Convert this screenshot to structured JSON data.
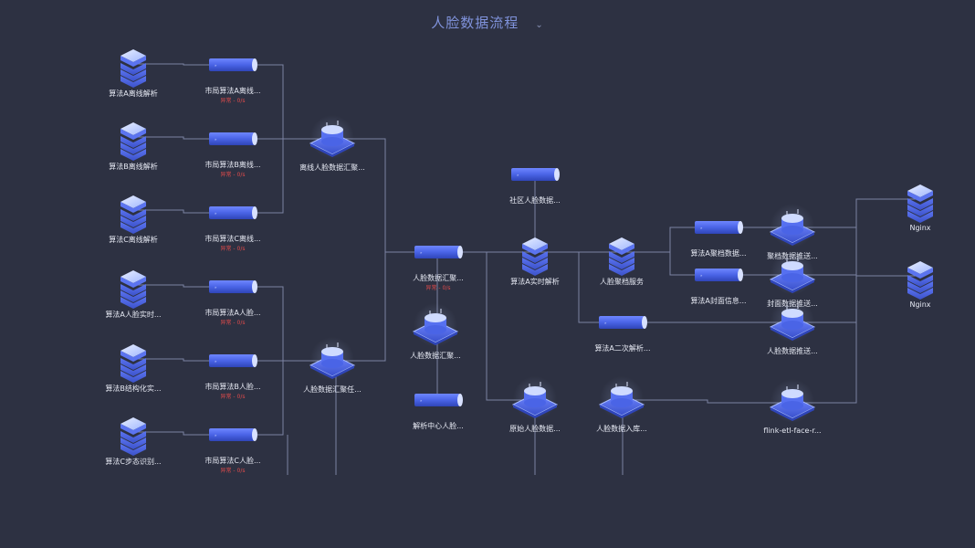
{
  "header": {
    "title": "人脸数据流程",
    "dropdown_icon": "chevron-down-icon"
  },
  "colors": {
    "background": "#2d3142",
    "line": "#7b83a3",
    "node_blue": "#4a64e6",
    "node_light": "#9fb6ff",
    "error": "#e04b4b"
  },
  "nodes": [
    {
      "id": "algA-offline",
      "kind": "server",
      "label": "算法A离线解析"
    },
    {
      "id": "algB-offline",
      "kind": "server",
      "label": "算法B离线解析"
    },
    {
      "id": "algC-offline",
      "kind": "server",
      "label": "算法C离线解析"
    },
    {
      "id": "algA-realtime",
      "kind": "server",
      "label": "算法A人脸实时..."
    },
    {
      "id": "algB-struct",
      "kind": "server",
      "label": "算法B结构化实..."
    },
    {
      "id": "algC-step",
      "kind": "server",
      "label": "算法C步态识别..."
    },
    {
      "id": "mq-A-offline",
      "kind": "pipe",
      "label": "市局算法A离线...",
      "status": "异常 - 0/s"
    },
    {
      "id": "mq-B-offline",
      "kind": "pipe",
      "label": "市局算法B离线...",
      "status": "异常 - 0/s"
    },
    {
      "id": "mq-C-offline",
      "kind": "pipe",
      "label": "市局算法C离线...",
      "status": "异常 - 0/s"
    },
    {
      "id": "mq-A-face",
      "kind": "pipe",
      "label": "市局算法A人脸...",
      "status": "异常 - 0/s"
    },
    {
      "id": "mq-B-face",
      "kind": "pipe",
      "label": "市局算法B人脸...",
      "status": "异常 - 0/s"
    },
    {
      "id": "mq-C-face",
      "kind": "pipe",
      "label": "市局算法C人脸...",
      "status": "异常 - 0/s"
    },
    {
      "id": "offline-agg",
      "kind": "platform",
      "label": "离线人脸数据汇聚..."
    },
    {
      "id": "face-agg-task",
      "kind": "platform",
      "label": "人脸数据汇聚任..."
    },
    {
      "id": "face-agg-mq",
      "kind": "pipe",
      "label": "人脸数据汇聚...",
      "status": "异常 - 0/s"
    },
    {
      "id": "face-agg2",
      "kind": "platform",
      "label": "人脸数据汇聚..."
    },
    {
      "id": "parse-center",
      "kind": "pipe",
      "label": "解析中心人脸..."
    },
    {
      "id": "community",
      "kind": "pipe",
      "label": "社区人脸数据..."
    },
    {
      "id": "algA-rt-parse",
      "kind": "server",
      "label": "算法A实时解析"
    },
    {
      "id": "raw-face",
      "kind": "platform",
      "label": "原始人脸数据..."
    },
    {
      "id": "archive-svc",
      "kind": "server",
      "label": "人脸聚档服务"
    },
    {
      "id": "algA-second",
      "kind": "pipe",
      "label": "算法A二次解析..."
    },
    {
      "id": "face-storage",
      "kind": "platform",
      "label": "人脸数据入库..."
    },
    {
      "id": "algA-archive",
      "kind": "pipe",
      "label": "算法A聚档数据..."
    },
    {
      "id": "algA-cover",
      "kind": "pipe",
      "label": "算法A封面信息..."
    },
    {
      "id": "archive-push",
      "kind": "platform",
      "label": "聚档数据推送..."
    },
    {
      "id": "cover-push",
      "kind": "platform",
      "label": "封面数据推送..."
    },
    {
      "id": "face-push",
      "kind": "platform",
      "label": "人脸数据推送..."
    },
    {
      "id": "flink",
      "kind": "platform",
      "label": "flink-etl-face-r..."
    },
    {
      "id": "nginx1",
      "kind": "server",
      "label": "Nginx"
    },
    {
      "id": "nginx2",
      "kind": "server",
      "label": "Nginx"
    }
  ],
  "edges": [
    [
      "algA-offline",
      "mq-A-offline"
    ],
    [
      "algB-offline",
      "mq-B-offline"
    ],
    [
      "algC-offline",
      "mq-C-offline"
    ],
    [
      "algA-realtime",
      "mq-A-face"
    ],
    [
      "algB-struct",
      "mq-B-face"
    ],
    [
      "algC-step",
      "mq-C-face"
    ],
    [
      "mq-A-offline",
      "offline-agg"
    ],
    [
      "mq-B-offline",
      "offline-agg"
    ],
    [
      "mq-C-offline",
      "offline-agg"
    ],
    [
      "mq-A-face",
      "face-agg-task"
    ],
    [
      "mq-B-face",
      "face-agg-task"
    ],
    [
      "mq-C-face",
      "face-agg-task"
    ],
    [
      "offline-agg",
      "face-agg-mq"
    ],
    [
      "face-agg-task",
      "face-agg-mq"
    ],
    [
      "face-agg-mq",
      "algA-rt-parse"
    ],
    [
      "community",
      "algA-rt-parse"
    ],
    [
      "face-agg-mq",
      "face-agg2"
    ],
    [
      "face-agg2",
      "parse-center"
    ],
    [
      "face-agg-mq",
      "raw-face"
    ],
    [
      "algA-rt-parse",
      "archive-svc"
    ],
    [
      "algA-rt-parse",
      "algA-second"
    ],
    [
      "archive-svc",
      "algA-archive"
    ],
    [
      "archive-svc",
      "algA-cover"
    ],
    [
      "algA-archive",
      "archive-push"
    ],
    [
      "algA-cover",
      "cover-push"
    ],
    [
      "algA-second",
      "face-push"
    ],
    [
      "face-storage",
      "flink"
    ],
    [
      "archive-push",
      "nginx1"
    ],
    [
      "cover-push",
      "nginx2"
    ],
    [
      "face-push",
      "nginx1"
    ],
    [
      "flink",
      "nginx1"
    ]
  ]
}
